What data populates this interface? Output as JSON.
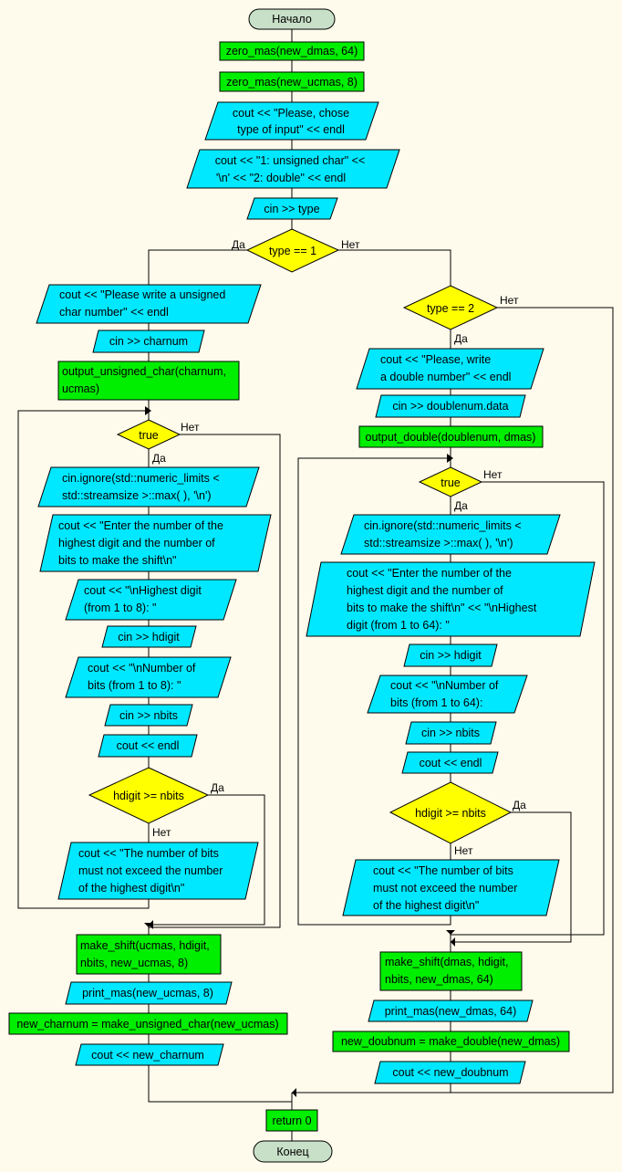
{
  "colors": {
    "background": "#fffbec",
    "process": "#00ee00",
    "io": "#00e8ff",
    "decision": "#ffff00",
    "terminal": "#c8e0c8"
  },
  "labels": {
    "yes": "Да",
    "no": "Нет"
  },
  "nodes": {
    "start": "Начало",
    "zero_dmas": "zero_mas(new_dmas, 64)",
    "zero_ucmas": "zero_mas(new_ucmas, 8)",
    "prompt_type": [
      "cout << \"Please, chose",
      "type of input\" << endl"
    ],
    "prompt_options": [
      "cout << \"1: unsigned char\" <<",
      "'\\n' << \"2: double\" << endl"
    ],
    "cin_type": "cin >> type",
    "dec_type1": "type == 1",
    "dec_type2": "type == 2",
    "end": "Конец",
    "return": "return 0"
  },
  "left": {
    "prompt_char": [
      "cout << \"Please write a unsigned",
      "char number\" << endl"
    ],
    "cin_charnum": "cin >> charnum",
    "output_uc": [
      "output_unsigned_char(charnum,",
      "ucmas)"
    ],
    "loop_cond": "true",
    "ignore": [
      "cin.ignore(std::numeric_limits <",
      "std::streamsize >::max( ), '\\n')"
    ],
    "prompt_enter": [
      "cout << \"Enter the number of the",
      "highest digit and the number of",
      "bits to make the shift\\n\""
    ],
    "prompt_hdigit": [
      "cout << \"\\nHighest digit",
      "(from 1 to 8): \""
    ],
    "cin_hdigit": "cin >> hdigit",
    "prompt_nbits": [
      "cout << \"\\nNumber of",
      "bits (from 1 to 8): \""
    ],
    "cin_nbits": "cin >> nbits",
    "endl": "cout << endl",
    "check": "hdigit >= nbits",
    "err": [
      "cout << \"The number of bits",
      "must not exceed the number",
      "of the highest digit\\n\""
    ],
    "shift": [
      "make_shift(ucmas, hdigit,",
      "nbits, new_ucmas, 8)"
    ],
    "print": "print_mas(new_ucmas, 8)",
    "convert": "new_charnum = make_unsigned_char(new_ucmas)",
    "out": "cout << new_charnum"
  },
  "right": {
    "prompt_double": [
      "cout << \"Please, write",
      "a double number\" << endl"
    ],
    "cin_double": "cin >> doublenum.data",
    "output_d": "output_double(doublenum, dmas)",
    "loop_cond": "true",
    "ignore": [
      "cin.ignore(std::numeric_limits <",
      "std::streamsize >::max( ), '\\n')"
    ],
    "prompt_enter": [
      "cout << \"Enter the number of the",
      "highest digit and the number of",
      "bits to make the shift\\n\" << \"\\nHighest",
      "digit (from 1 to 64): \""
    ],
    "cin_hdigit": "cin >> hdigit",
    "prompt_nbits": [
      "cout << \"\\nNumber of",
      "bits (from 1 to 64):"
    ],
    "cin_nbits": "cin >> nbits",
    "endl": "cout << endl",
    "check": "hdigit >= nbits",
    "err": [
      "cout << \"The number of bits",
      "must not exceed the number",
      "of the highest digit\\n\""
    ],
    "shift": [
      "make_shift(dmas, hdigit,",
      "nbits, new_dmas, 64)"
    ],
    "print": "print_mas(new_dmas, 64)",
    "convert": "new_doubnum = make_double(new_dmas)",
    "out": "cout << new_doubnum"
  }
}
